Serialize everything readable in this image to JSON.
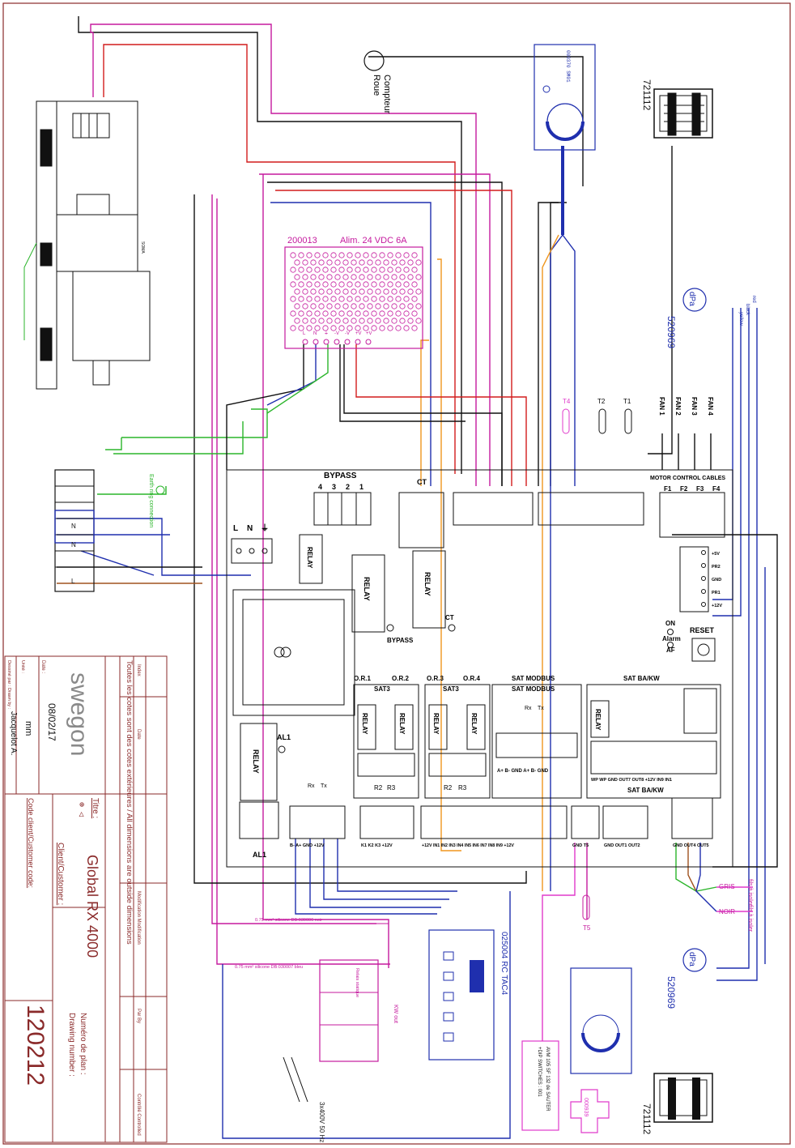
{
  "top_labels": {
    "compteur": "Compteur",
    "roue": "Roue",
    "fan_motor_code_top": "721112",
    "fan_motor_code_bottom": "721112",
    "dpa_label": "dPa",
    "dpa_code_top": "520969",
    "dpa_code_bottom": "520969",
    "wire_red": "red",
    "wire_black": "black",
    "wire_yellow": "yellow"
  },
  "psu": {
    "code": "200013",
    "title": "Alim. 24 VDC 6A",
    "terminals": [
      "L",
      "N",
      "⏚",
      "-V",
      "-V",
      "+V",
      "+V"
    ]
  },
  "board": {
    "bypass": "BYPASS",
    "bypass_nums": [
      "4",
      "3",
      "2",
      "1"
    ],
    "ct": "CT",
    "relay": "RELAY",
    "lne": [
      "L",
      "N",
      "⏚"
    ],
    "motor_control_cables": "MOTOR CONTROL CABLES",
    "fans": [
      "FAN 1",
      "FAN 2",
      "FAN 3",
      "FAN 4"
    ],
    "f_labels": [
      "F1",
      "F2",
      "F3",
      "F4"
    ],
    "temps": [
      "T4",
      "T2",
      "T1"
    ],
    "t5": "T5",
    "on": "ON",
    "alarm": "Alarm",
    "af": "AF",
    "reset": "RESET",
    "al1": "AL1",
    "or1": "O.R.1",
    "or2": "O.R.2",
    "or3": "O.R.3",
    "or4": "O.R.4",
    "sat3": "SAT3",
    "sat_modbus": "SAT MODBUS",
    "sat_bakw": "SAT BA/KW",
    "rx": "Rx",
    "tx": "Tx",
    "r2": "R2",
    "r3": "R3",
    "sat_modbus_terms": "A+  B-  GND  A+  B-  GND",
    "sat_bakw_terms": "WP  WP  GND  OUT7  OUT8  +12V  IN9  IN1",
    "bottom_terms_1": "B-  A+  GND  +12V",
    "bottom_terms_2": "K1  K2  K3  +12V",
    "bottom_terms_3": "+12V  IN1  IN2  IN3  IN4  IN5  IN6  IN7  IN8  IN9  +12V",
    "bottom_terms_4": "GND  T5",
    "bottom_terms_5": "GND  OUT1  OUT2",
    "bottom_terms_6": "GND  OUT4  OUT5",
    "pressure_terms": [
      "+5V",
      "PR2",
      "GND",
      "PR1",
      "+12V"
    ],
    "earth_conn": "Earth ring connection",
    "gris": "GRIS",
    "noir": "NOIR",
    "fils_isoler": "fils à isoler",
    "n_label": "N"
  },
  "bottom": {
    "cable_1": "0.75 mm² silicone DB:030006 noir",
    "cable_2": "0.75 mm² silicone DB:030007 bleu",
    "rc_label": "025004 RC TAC4",
    "sauter": "AVM 105 SF 132 de SAUTER",
    "dip": "+DIP SWITCHES : 001",
    "part_000939": "000939",
    "supply": "3x400V 50 Hz",
    "kw_out": "KW out"
  },
  "title_block": {
    "brand": "swegon",
    "date_label": "Date :",
    "date_value": "08/02/17",
    "unit_label": "Unité :",
    "unit_value": "mm",
    "drawn_label": "Dessiné par : Drawn by :",
    "drawn_value": "Jacquelot A.",
    "note": "Toutes les cotes sont des cotes extérieures / All dimensions are outside dimensions",
    "title_label": "Titre :",
    "title_value": "Global RX 4000",
    "client_label": "Client/Customer :",
    "client_code_label": "Code client/Customer code:",
    "plan_label": "Numéro de plan :",
    "drawing_label": "Drawing number :",
    "drawing_number": "120212",
    "col_index": "Index",
    "col_date": "Date",
    "col_modif": "Modification Modification",
    "col_par": "Par By",
    "col_ctrl": "Contrôlé Controlled"
  }
}
